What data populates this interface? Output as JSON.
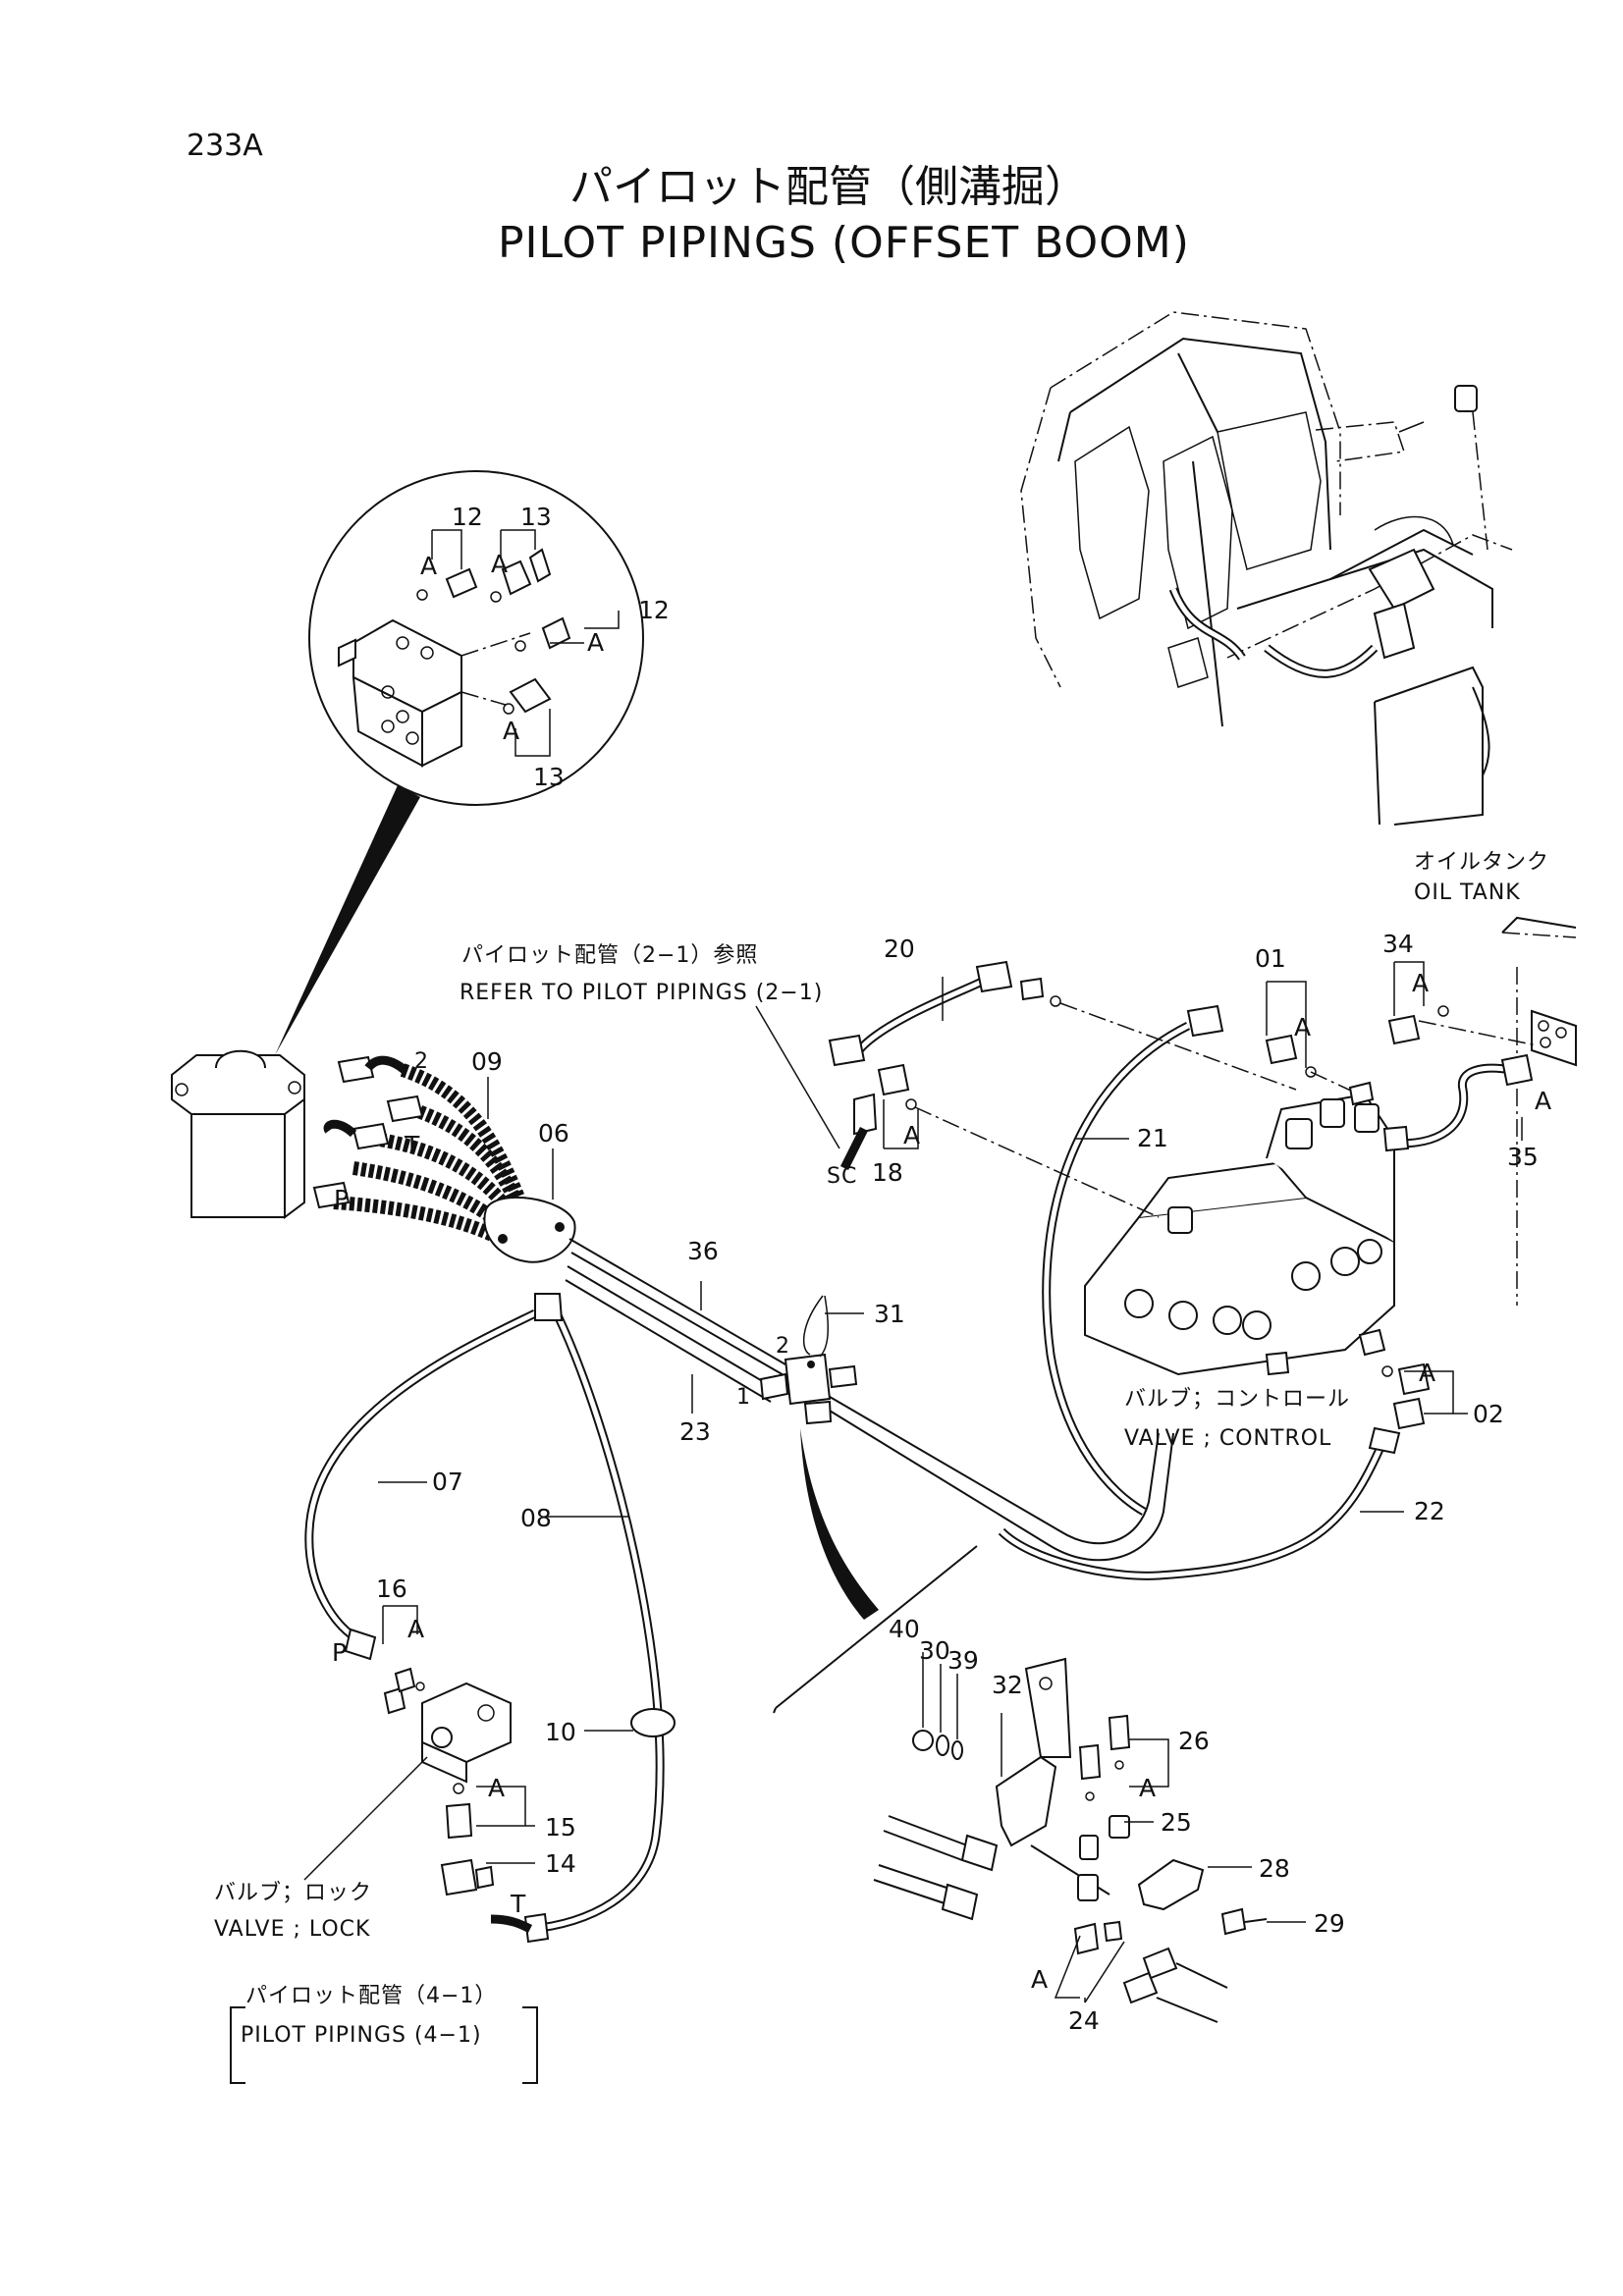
{
  "page_number": "233A",
  "title_jp": "パイロット配管（側溝掘）",
  "title_en": "PILOT PIPINGS (OFFSET BOOM)",
  "notes": {
    "oil_tank_jp": "オイルタンク",
    "oil_tank_en": "OIL TANK",
    "refer_jp": "パイロット配管（2−1）参照",
    "refer_en": "REFER TO PILOT PIPINGS (2−1)",
    "valve_control_jp": "バルブ；コントロール",
    "valve_control_en": "VALVE ; CONTROL",
    "valve_lock_jp": "バルブ；ロック",
    "valve_lock_en": "VALVE ; LOCK",
    "pilot41_jp": "パイロット配管（4−1）",
    "pilot41_en": "PILOT PIPINGS (4−1)"
  },
  "callouts": {
    "c01": "01",
    "c02": "02",
    "c06": "06",
    "c07": "07",
    "c08": "08",
    "c09": "09",
    "c10": "10",
    "c12a": "12",
    "c12b": "12",
    "c13a": "13",
    "c13b": "13",
    "c14": "14",
    "c15": "15",
    "c16": "16",
    "c18": "18",
    "c20": "20",
    "c21": "21",
    "c22": "22",
    "c23": "23",
    "c24": "24",
    "c25": "25",
    "c26": "26",
    "c28": "28",
    "c29": "29",
    "c30": "30",
    "c31": "31",
    "c32": "32",
    "c34": "34",
    "c35": "35",
    "c36": "36",
    "c39": "39",
    "c40": "40"
  },
  "letters": {
    "A": "A",
    "P": "P",
    "T": "T",
    "SC": "SC",
    "n2": "2",
    "n1": "1"
  }
}
